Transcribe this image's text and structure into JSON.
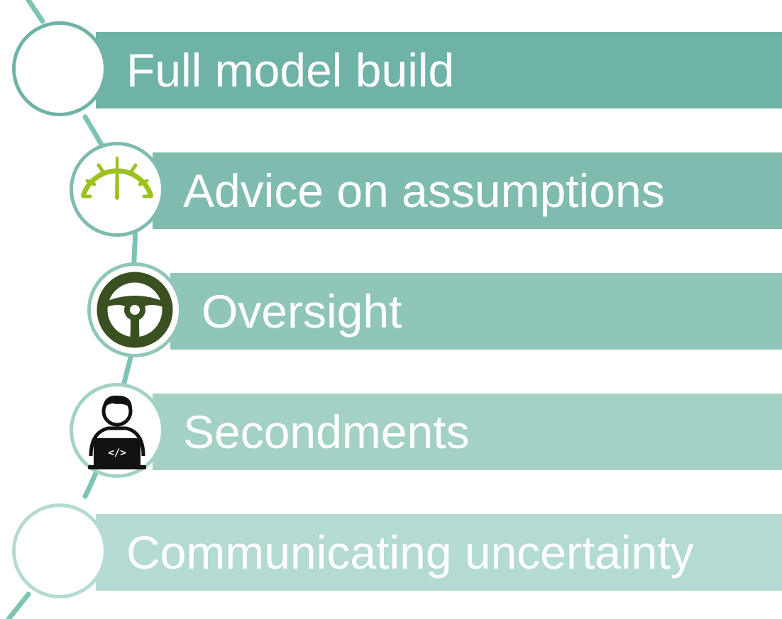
{
  "colors": {
    "band_1": "#6fb3a6",
    "band_2": "#7fbcaf",
    "band_3": "#90c6b9",
    "band_4": "#a3d1c6",
    "band_5": "#b3dbd3",
    "connector": "#7cc4b4",
    "gauge": "#9dc21f",
    "wheel": "#3b5020",
    "person": "#111111"
  },
  "items": [
    {
      "label": "Full model build",
      "icon": "empty-circle"
    },
    {
      "label": "Advice on assumptions",
      "icon": "gauge-icon"
    },
    {
      "label": "Oversight",
      "icon": "steering-wheel-icon"
    },
    {
      "label": "Secondments",
      "icon": "developer-laptop-icon"
    },
    {
      "label": "Communicating uncertainty",
      "icon": "empty-circle"
    }
  ]
}
